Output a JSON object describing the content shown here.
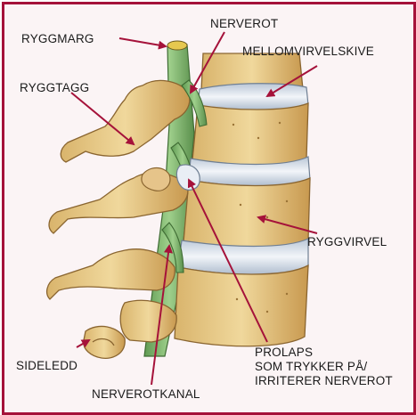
{
  "labels": {
    "ryggmarg": "RYGGMARG",
    "nerverot": "NERVEROT",
    "mellomvirvelskive": "MELLOMVIRVELSKIVE",
    "ryggtagg": "RYGGTAGG",
    "ryggvirvel": "RYGGVIRVEL",
    "prolaps_line1": "PROLAPS",
    "prolaps_line2": "SOM TRYKKER PÅ/",
    "prolaps_line3": "IRRITERER NERVEROT",
    "sideledd": "SIDELEDD",
    "nerverotkanal": "NERVEROTKANAL"
  },
  "colors": {
    "frame_border": "#a5123a",
    "frame_fill": "#fbf4f5",
    "bone": "#e9cf8c",
    "bone_shadow": "#c99a52",
    "disc": "#dfe6ef",
    "nerve": "#7fb86e",
    "arrow": "#a5123a"
  }
}
